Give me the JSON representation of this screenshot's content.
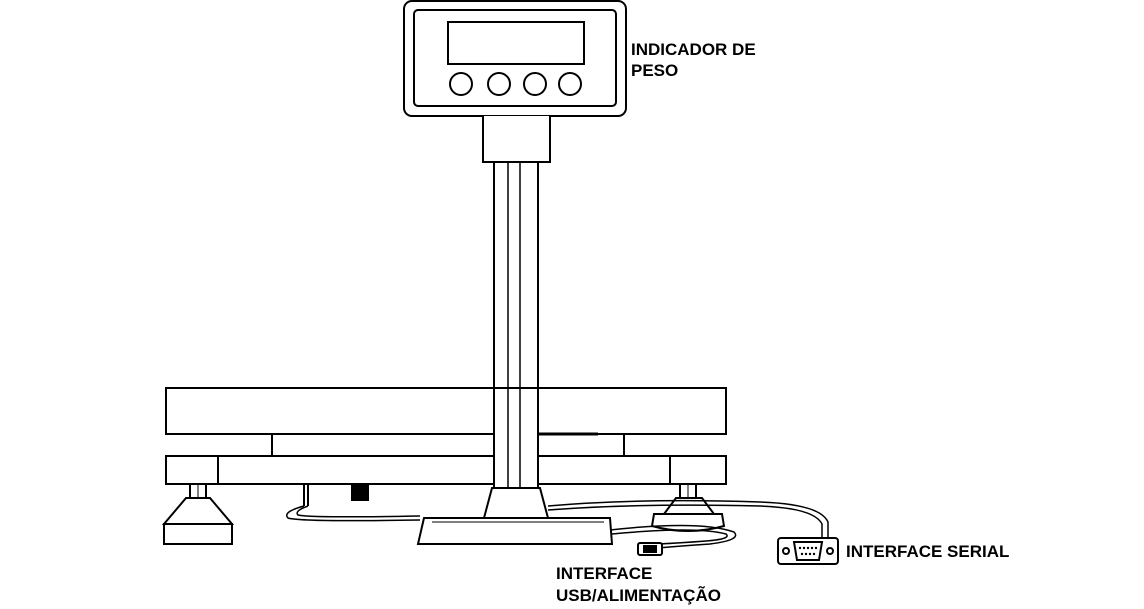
{
  "labels": {
    "indicator_line1": "INDICADOR DE",
    "indicator_line2": "PESO",
    "serial": "INTERFACE SERIAL",
    "usb_line1": "INTERFACE",
    "usb_line2": "USB/ALIMENTAÇÃO"
  },
  "colors": {
    "stroke": "#000000",
    "background": "#ffffff"
  }
}
